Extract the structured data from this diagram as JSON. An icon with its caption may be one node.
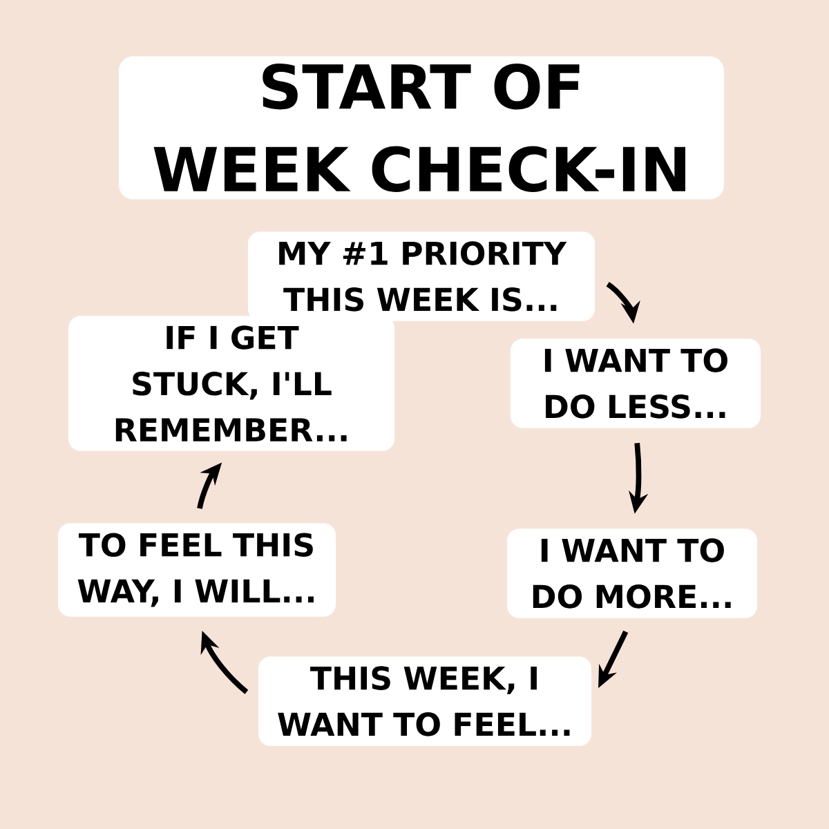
{
  "diagram": {
    "title": "START OF WEEK CHECK-IN",
    "nodes": [
      {
        "text": [
          "MY #1 PRIORITY THIS WEEK IS..."
        ]
      },
      {
        "text": [
          "I WANT TO DO LESS..."
        ]
      },
      {
        "text": [
          "I WANT TO DO MORE..."
        ]
      },
      {
        "text": [
          "THIS WEEK, I WANT TO FEEL..."
        ]
      },
      {
        "text": [
          "TO FEEL THIS WAY, I WILL..."
        ]
      },
      {
        "text": [
          "IF I GET STUCK, I'LL REMEMBER..."
        ]
      }
    ],
    "edges": [
      {
        "from": 0,
        "to": 1,
        "arrow": "to"
      },
      {
        "from": 1,
        "to": 2,
        "arrow": "to"
      },
      {
        "from": 2,
        "to": 3,
        "arrow": "to"
      },
      {
        "from": 3,
        "to": 4,
        "arrow": "to"
      },
      {
        "from": 4,
        "to": 5,
        "arrow": "to"
      }
    ]
  }
}
